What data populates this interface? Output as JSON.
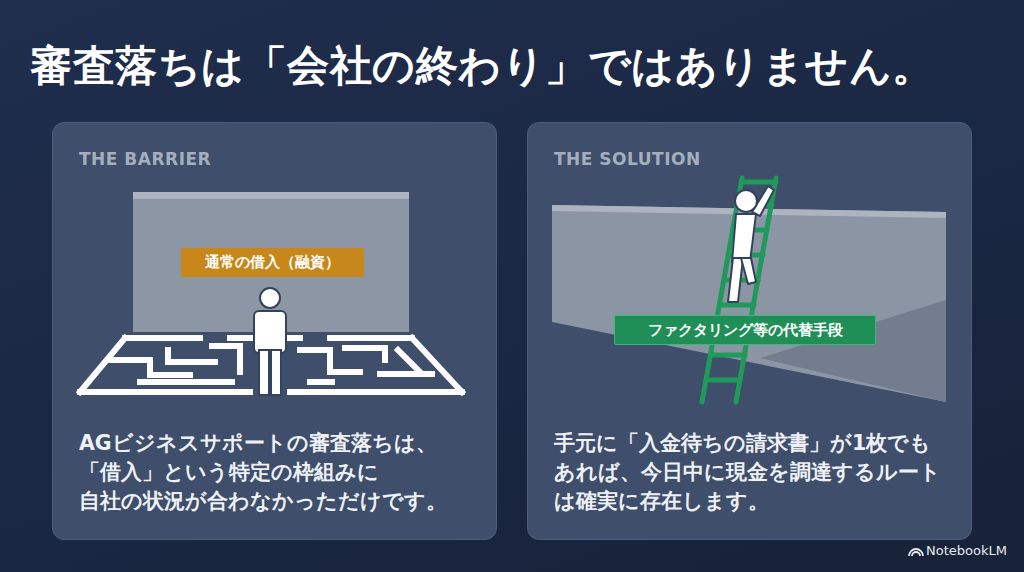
{
  "diagram": {
    "title": "審査落ちは「会社の終わり」ではありません。",
    "nodes": [
      {
        "text": [
          "THE BARRIER",
          "AGビジネスサポートの審査落ちは、 「借入」という特定の枠組みに 自社の状況が合わなかっただけです。"
        ]
      },
      {
        "text": [
          "通常の借入（融資）"
        ],
        "in": 0
      },
      {
        "text": [
          "THE SOLUTION",
          "手元に「入金待ちの請求書」が1枚でも あれば、今日中に現金を調達するルート は確実に存在します。"
        ]
      },
      {
        "text": [
          "ファクタリング等の代替手段"
        ],
        "in": 2
      }
    ],
    "labels": [
      "NotebookLM"
    ]
  }
}
